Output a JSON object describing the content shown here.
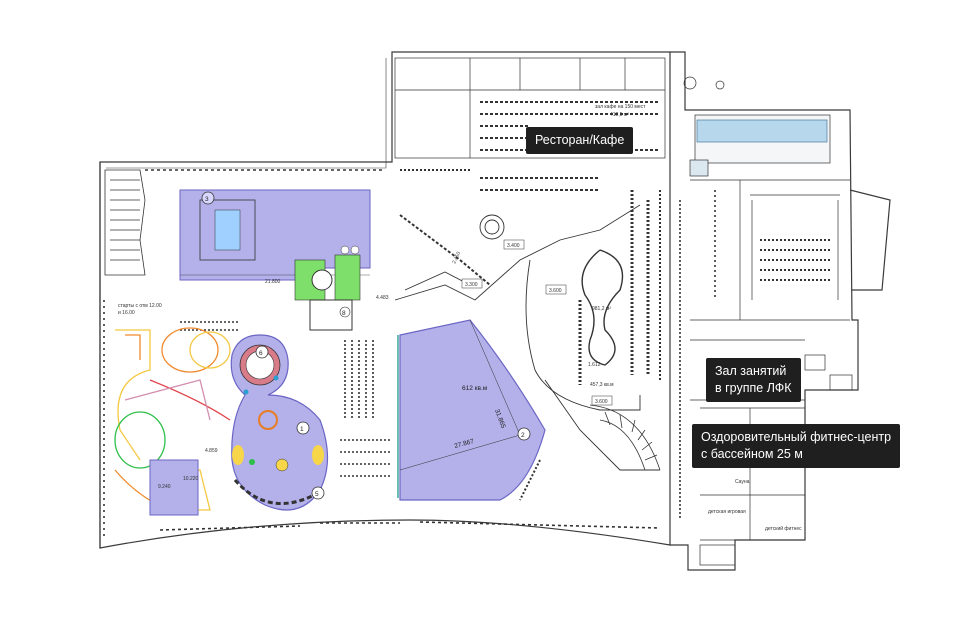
{
  "labels": {
    "restaurant": "Ресторан/Кафе",
    "lfk_line1": "Зал занятий",
    "lfk_line2": "в группе ЛФК",
    "fitness_line1": "Оздоровительный фитнес-центр",
    "fitness_line2": "с бассейном 25 м"
  },
  "plan_text": {
    "starts_1": "старты с отм 12.00",
    "starts_2": "и 16.00",
    "area_612": "612 кв.м",
    "area_457": "457,3 кв.м",
    "cafe_150": "зал кафе на 150 мест",
    "cafe_area": "412,5 м²",
    "area_981": "981,2 м²",
    "dim_31865": "31.865",
    "dim_27867": "27.867",
    "dim_21800": "21.800",
    "dim_4483": "4.483",
    "dim_4859": "4.859",
    "dim_9240": "9.240",
    "dim_10220": "10.220",
    "dim_3400": "3.400",
    "dim_3600a": "3.600",
    "dim_3600b": "3.600",
    "dim_3300": "3.300",
    "dim_1612": "1.612",
    "dim_2450": "2.450",
    "n1": "1",
    "n2": "2",
    "n3": "3",
    "n5": "5",
    "n6": "6",
    "n8": "8",
    "room_sauna": "Сауна",
    "room_kids": "детская игровая",
    "room_fit": "детский фитнес"
  },
  "colors": {
    "zone_fill": "#b3b0ea",
    "zone_stroke": "#6b66c4",
    "line": "#3a3a3a",
    "green": "#7ee06a",
    "label_bg": "#1f1f1f"
  }
}
